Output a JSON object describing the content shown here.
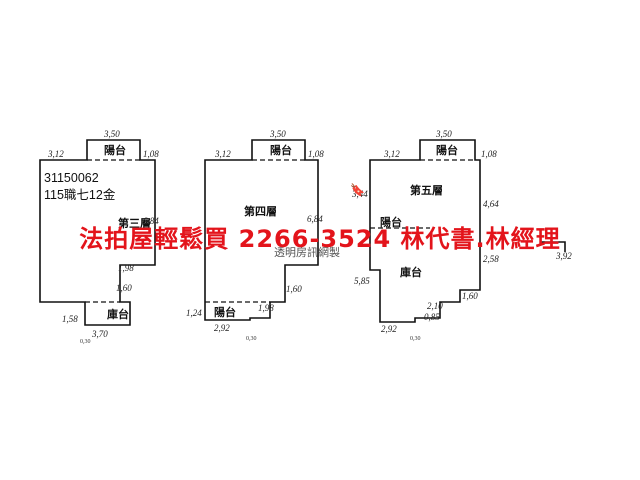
{
  "listing": {
    "id": "31150062",
    "code": "115職七12金"
  },
  "banner": {
    "text": "法拍屋輕鬆買  2266-3524  林代書.林經理",
    "color": "#e3141b"
  },
  "watermark": "透明房訊網製",
  "plans": [
    {
      "rooms": [
        "第三層",
        "陽台",
        "庫台"
      ],
      "dims": [
        "3,50",
        "3,12",
        "1,08",
        "6,84",
        "1,98",
        "1,60",
        "1,58",
        "3,70",
        "0,30"
      ]
    },
    {
      "rooms": [
        "第四層",
        "陽台",
        "陽台"
      ],
      "dims": [
        "3,50",
        "3,12",
        "1,08",
        "6,84",
        "1,98",
        "1,60",
        "1,24",
        "2,92",
        "0,30"
      ]
    },
    {
      "rooms": [
        "第五層",
        "陽台",
        "陽台",
        "庫台"
      ],
      "dims": [
        "3,50",
        "3,12",
        "1,08",
        "3,44",
        "4,64",
        "2,58",
        "5,85",
        "2,10",
        "1,60",
        "0,85",
        "2,92",
        "0,30",
        "3,92"
      ]
    }
  ]
}
